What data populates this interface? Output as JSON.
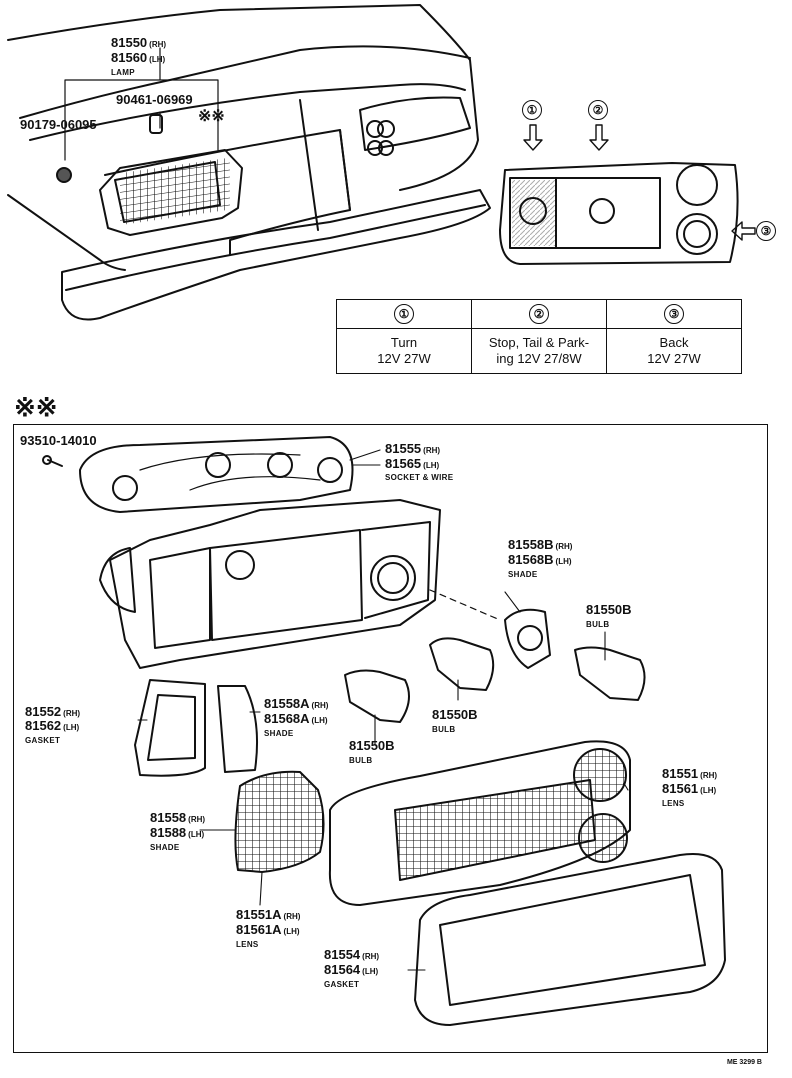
{
  "top_lamp": {
    "pn1": "81550",
    "side1": "(RH)",
    "pn2": "81560",
    "side2": "(LH)",
    "name": "LAMP",
    "clip": "90461-06969",
    "nut": "90179-06095",
    "ref_mark": "※※"
  },
  "position_diagram": {
    "markers": [
      "①",
      "②",
      "③"
    ]
  },
  "bulb_table": {
    "headers": [
      "①",
      "②",
      "③"
    ],
    "rows": [
      [
        "Turn",
        "Stop, Tail & Park-",
        "Back"
      ],
      [
        "12V 27W",
        "ing 12V 27/8W",
        "12V 27W"
      ]
    ]
  },
  "exploded_ref_mark": "※※",
  "parts": {
    "screw": "93510-14010",
    "socket": {
      "pn1": "81555",
      "side1": "(RH)",
      "pn2": "81565",
      "side2": "(LH)",
      "name": "SOCKET & WIRE"
    },
    "shade_b": {
      "pn1": "81558B",
      "side1": "(RH)",
      "pn2": "81568B",
      "side2": "(LH)",
      "name": "SHADE"
    },
    "bulb_right": {
      "pn": "81550B",
      "name": "BULB"
    },
    "bulb_mid": {
      "pn": "81550B",
      "name": "BULB"
    },
    "bulb_left": {
      "pn": "81550B",
      "name": "BULB"
    },
    "gasket_small": {
      "pn1": "81552",
      "side1": "(RH)",
      "pn2": "81562",
      "side2": "(LH)",
      "name": "GASKET"
    },
    "shade_a": {
      "pn1": "81558A",
      "side1": "(RH)",
      "pn2": "81568A",
      "side2": "(LH)",
      "name": "SHADE"
    },
    "shade": {
      "pn1": "81558",
      "side1": "(RH)",
      "pn2": "81588",
      "side2": "(LH)",
      "name": "SHADE"
    },
    "lens_main": {
      "pn1": "81551",
      "side1": "(RH)",
      "pn2": "81561",
      "side2": "(LH)",
      "name": "LENS"
    },
    "lens_a": {
      "pn1": "81551A",
      "side1": "(RH)",
      "pn2": "81561A",
      "side2": "(LH)",
      "name": "LENS"
    },
    "gasket_big": {
      "pn1": "81554",
      "side1": "(RH)",
      "pn2": "81564",
      "side2": "(LH)",
      "name": "GASKET"
    }
  },
  "drawing_code": "ME 3299 B"
}
